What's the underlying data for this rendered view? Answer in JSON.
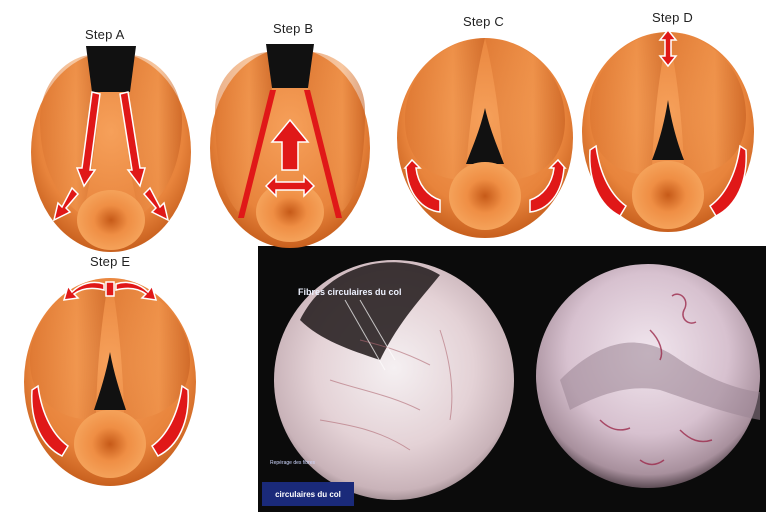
{
  "steps": [
    {
      "id": "A",
      "label": "Step A"
    },
    {
      "id": "B",
      "label": "Step B"
    },
    {
      "id": "C",
      "label": "Step C"
    },
    {
      "id": "D",
      "label": "Step D"
    },
    {
      "id": "E",
      "label": "Step E"
    }
  ],
  "photo": {
    "caption": "Fibres circulaires du col",
    "corner_note": "Repérage des fibres",
    "corner_label": "circulaires du col"
  },
  "colors": {
    "uterus_fill": "#e8843c",
    "uterus_dark": "#c8601e",
    "cervix_fill": "#f29a4a",
    "cavity_black": "#111111",
    "arrow_red": "#e01818",
    "photo_bg": "#0b0b0b",
    "label_box": "#1a2a7a"
  }
}
